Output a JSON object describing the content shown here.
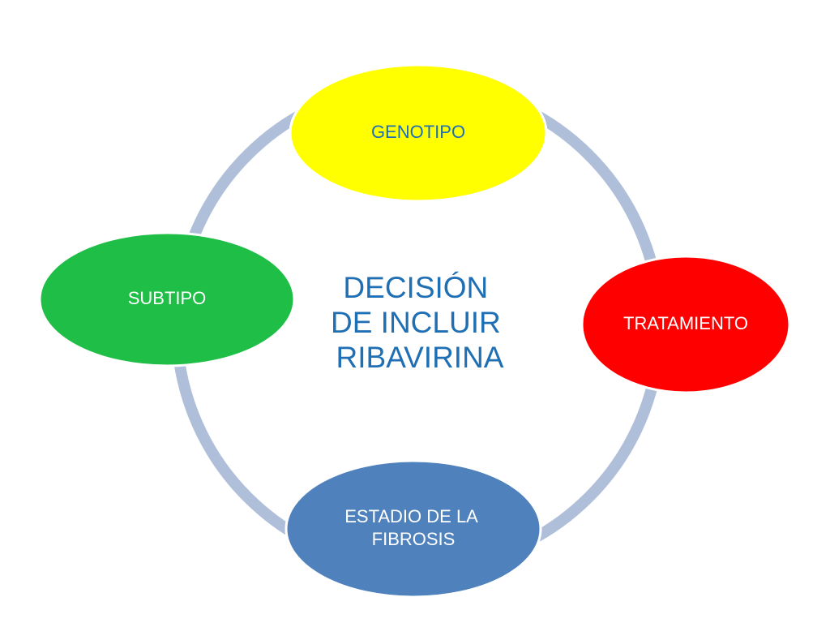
{
  "center": {
    "lines": [
      "DECISIÓN",
      "DE INCLUIR",
      "RIBAVIRINA"
    ]
  },
  "nodes": {
    "genotipo": {
      "lines": [
        "GENOTIPO"
      ],
      "fill": "#ffff00",
      "text_color": "#1f6fb5"
    },
    "tratamiento": {
      "lines": [
        "TRATAMIENTO"
      ],
      "fill": "#ff0000",
      "text_color": "#ffffff"
    },
    "estadio": {
      "lines": [
        "ESTADIO DE LA",
        "FIBROSIS"
      ],
      "fill": "#4f81bd",
      "text_color": "#ffffff"
    },
    "subtipo": {
      "lines": [
        "SUBTIPO"
      ],
      "fill": "#1fbe46",
      "text_color": "#ffffff"
    }
  },
  "colors": {
    "ring": "#b0bfd9",
    "node_outline": "#ffffff",
    "center_text": "#1f6fb5"
  }
}
